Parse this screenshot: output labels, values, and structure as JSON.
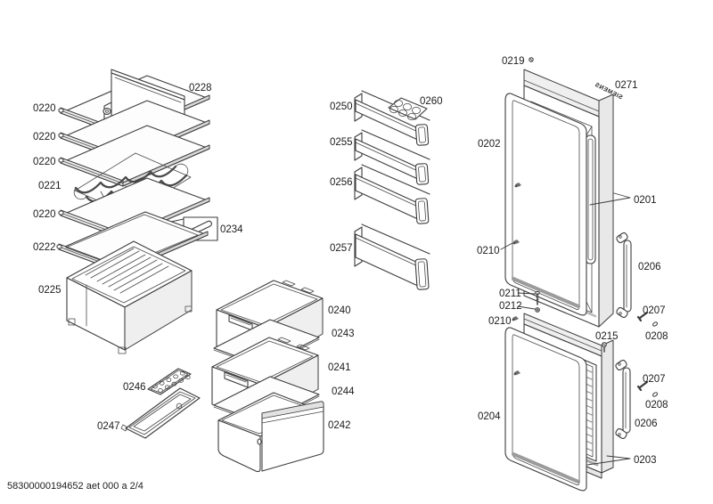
{
  "document": {
    "footer_ref": "58300000194652 aet 000 a 2/4"
  },
  "brand": {
    "logo_text": "SIEMENS"
  },
  "colors": {
    "line": "#3c3c3c",
    "shade_light": "#efefef",
    "shade_mid": "#d8d8d8",
    "shade_dark": "#9b9b9b",
    "background": "#ffffff"
  },
  "callouts": [
    {
      "text": "0228"
    },
    {
      "text": "0220"
    },
    {
      "text": "0220"
    },
    {
      "text": "0220"
    },
    {
      "text": "0221"
    },
    {
      "text": "0220"
    },
    {
      "text": "0222"
    },
    {
      "text": "0234"
    },
    {
      "text": "0225"
    },
    {
      "text": "0246"
    },
    {
      "text": "0247"
    },
    {
      "text": "0250"
    },
    {
      "text": "0260"
    },
    {
      "text": "0255"
    },
    {
      "text": "0256"
    },
    {
      "text": "0257"
    },
    {
      "text": "0240"
    },
    {
      "text": "0243"
    },
    {
      "text": "0241"
    },
    {
      "text": "0244"
    },
    {
      "text": "0242"
    },
    {
      "text": "0219"
    },
    {
      "text": "0271"
    },
    {
      "text": "0202"
    },
    {
      "text": "0201"
    },
    {
      "text": "0210"
    },
    {
      "text": "0206"
    },
    {
      "text": "0211"
    },
    {
      "text": "0212"
    },
    {
      "text": "0210"
    },
    {
      "text": "0215"
    },
    {
      "text": "0207"
    },
    {
      "text": "0208"
    },
    {
      "text": "0204"
    },
    {
      "text": "0207"
    },
    {
      "text": "0208"
    },
    {
      "text": "0206"
    },
    {
      "text": "0203"
    }
  ]
}
